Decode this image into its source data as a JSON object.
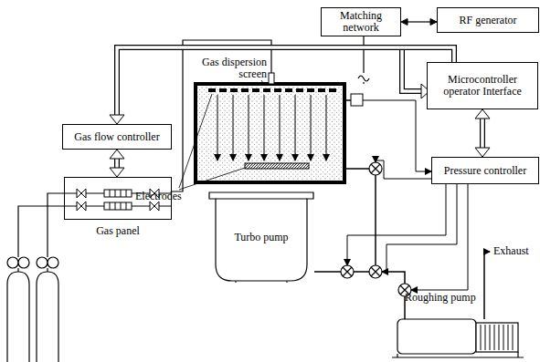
{
  "diagram": {
    "nodes": [
      {
        "text": [
          "Matching network"
        ]
      },
      {
        "text": [
          "RF generator"
        ]
      },
      {
        "text": [
          "Microcontroller operator Interface"
        ]
      },
      {
        "text": [
          "Gas flow controller"
        ]
      },
      {
        "text": [
          "Gas panel"
        ]
      },
      {
        "text": [
          "Pressure controller"
        ]
      },
      {
        "text": [
          "Turbo pump"
        ]
      },
      {
        "text": [
          "Roughing pump"
        ]
      }
    ],
    "edges": [
      {
        "from": 0,
        "to": 1,
        "arrow": "both"
      },
      {
        "from": 2,
        "to": 3,
        "arrow": "to"
      },
      {
        "from": 3,
        "to": 4,
        "arrow": "both"
      },
      {
        "from": 2,
        "to": 5,
        "arrow": "both"
      }
    ],
    "labels": [
      "Gas dispersion screen",
      "Electrodes",
      "Exhaust"
    ]
  }
}
